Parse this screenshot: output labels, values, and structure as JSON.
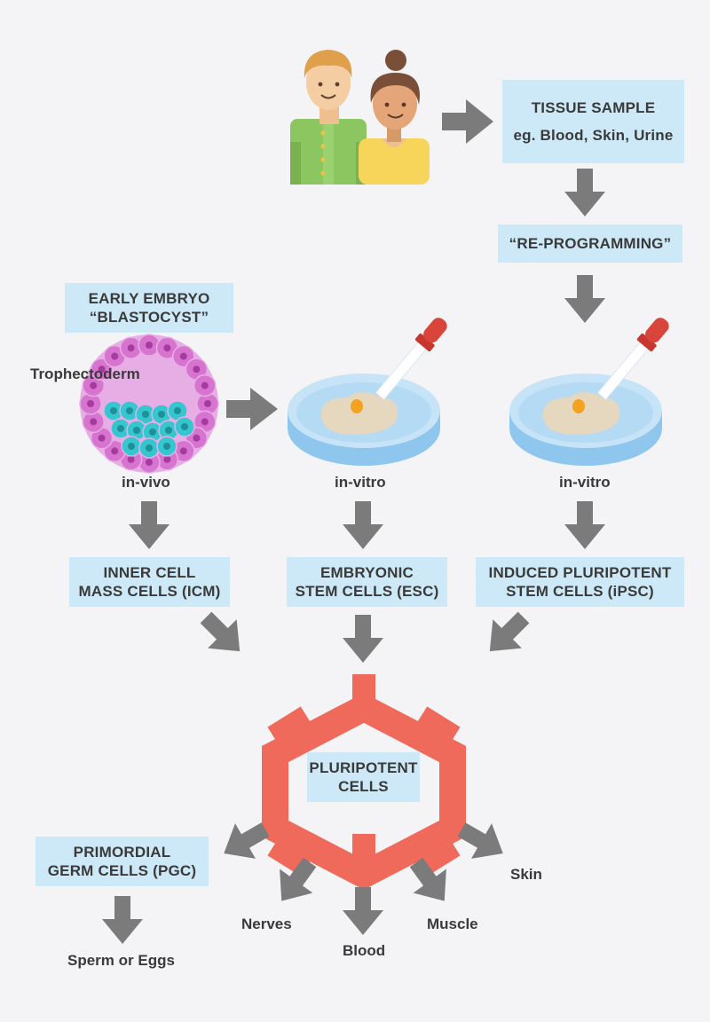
{
  "boxes": {
    "tissue_sample": {
      "line1": "TISSUE SAMPLE",
      "line2": "eg. Blood, Skin, Urine"
    },
    "reprogramming": {
      "line1": "“RE-PROGRAMMING”"
    },
    "early_embryo": {
      "line1": "EARLY EMBRYO",
      "line2": "“BLASTOCYST”"
    },
    "icm": {
      "line1": "INNER CELL",
      "line2": "MASS CELLS (ICM)"
    },
    "esc": {
      "line1": "EMBRYONIC",
      "line2": "STEM CELLS (ESC)"
    },
    "ipsc": {
      "line1": "INDUCED PLURIPOTENT",
      "line2": "STEM CELLS (iPSC)"
    },
    "pluripotent": {
      "line1": "PLURIPOTENT",
      "line2": "CELLS"
    },
    "pgc": {
      "line1": "PRIMORDIAL",
      "line2": "GERM CELLS (PGC)"
    }
  },
  "labels": {
    "trophectoderm": "Trophectoderm",
    "in_vivo": "in-vivo",
    "in_vitro_1": "in-vitro",
    "in_vitro_2": "in-vitro",
    "sperm_eggs": "Sperm or Eggs",
    "nerves": "Nerves",
    "blood": "Blood",
    "muscle": "Muscle",
    "skin": "Skin"
  },
  "colors": {
    "background": "#f4f4f6",
    "box": "#cde9f7",
    "arrow": "#7b7b7b",
    "hexagon": "#ef6a5a",
    "blastocyst_outer": "#e7aee6",
    "trophectoderm_cell": "#cc62c4",
    "icm_cell": "#35c6cf",
    "dish": "#a9d4f2",
    "dropper_tip": "#d9453a"
  },
  "icons": [
    "parents-icon",
    "blastocyst-icon",
    "petri-dish-dropper-icon"
  ]
}
